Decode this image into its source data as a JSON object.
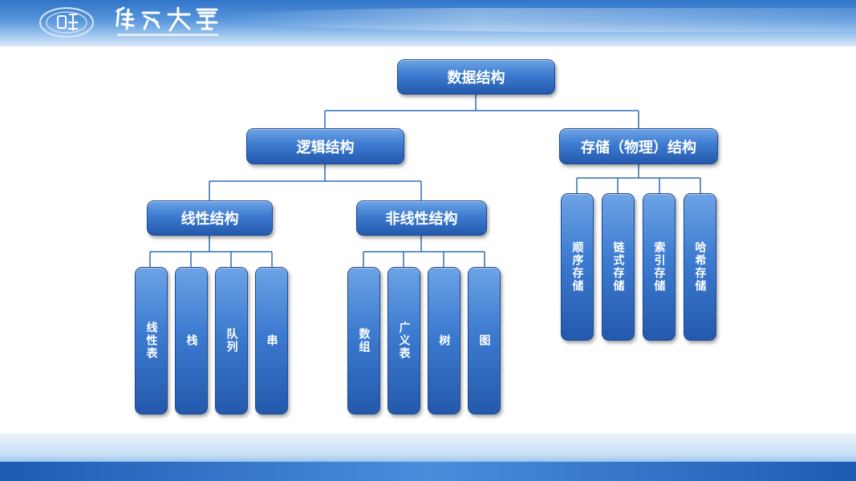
{
  "diagram": {
    "root": "数据结构",
    "logical": "逻辑结构",
    "storage": "存储（物理）结构",
    "linear": "线性结构",
    "nonlinear": "非线性结构",
    "linear_items": [
      "线性表",
      "栈",
      "队列",
      "串"
    ],
    "nonlinear_items": [
      "数组",
      "广义表",
      "树",
      "图"
    ],
    "storage_items": [
      "顺序存储",
      "链式存储",
      "索引存储",
      "哈希存储"
    ]
  },
  "colors": {
    "box": "#3c7bd0",
    "line": "#2f6db8",
    "header": "#2f74c8"
  }
}
